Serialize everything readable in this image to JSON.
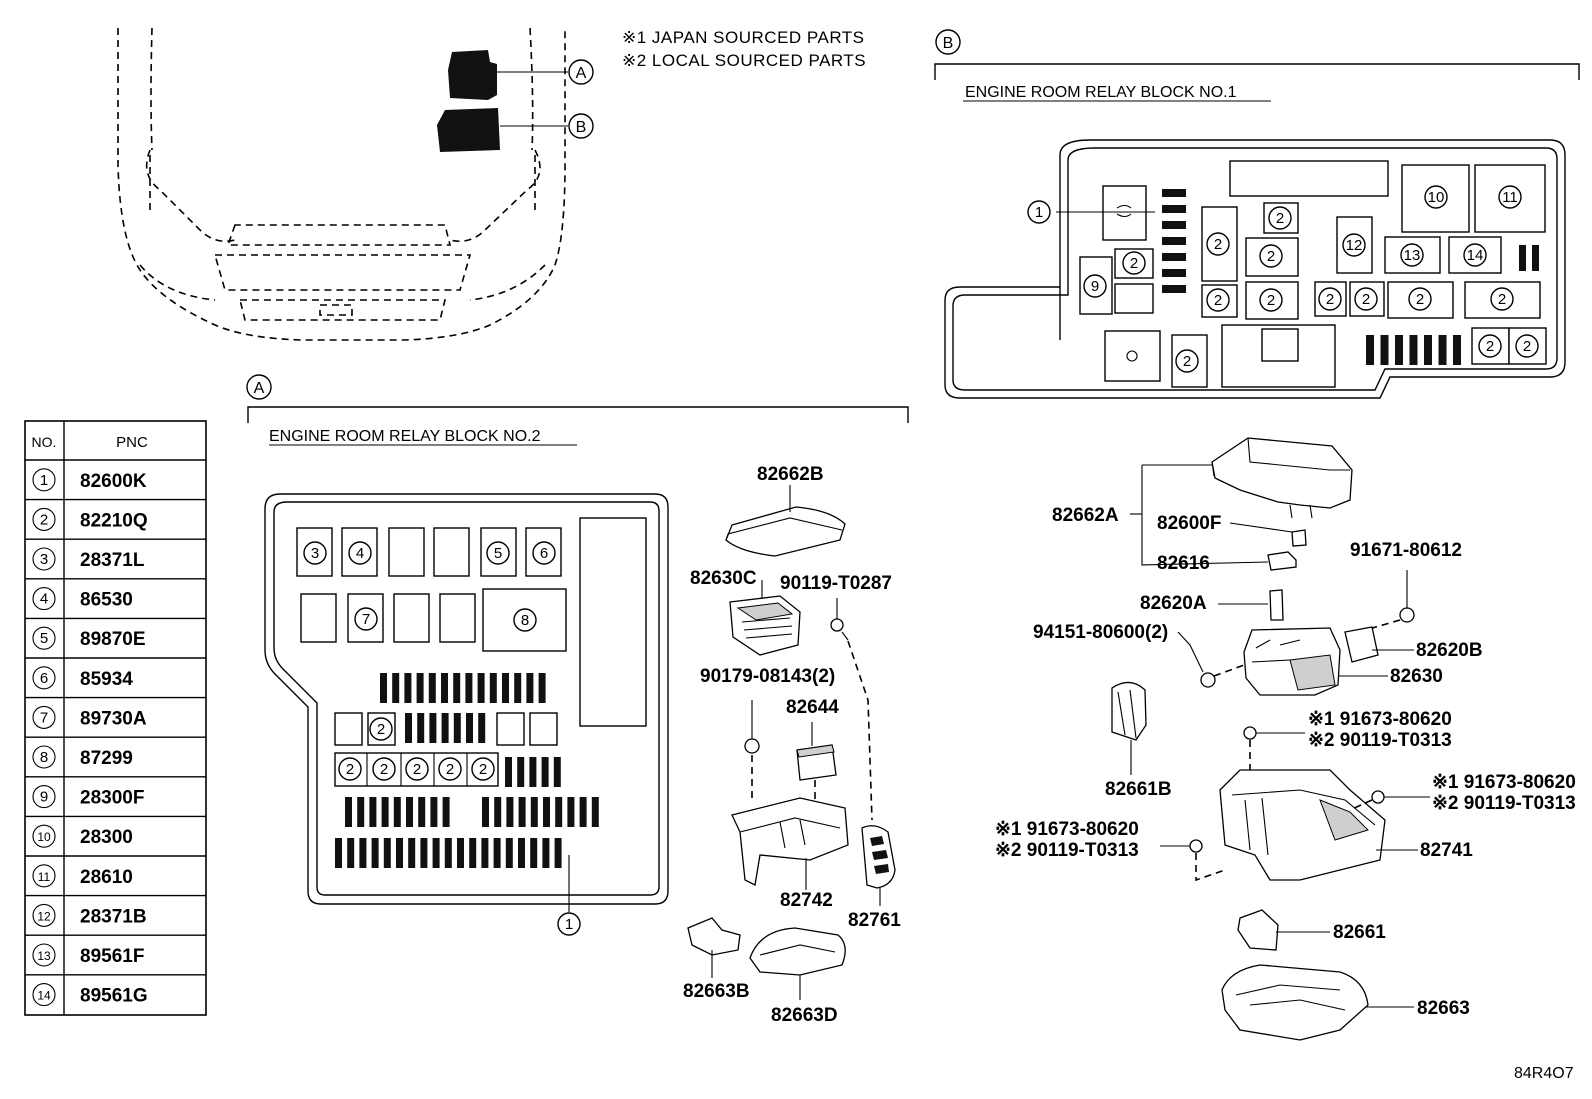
{
  "notes": [
    "※1 JAPAN SOURCED PARTS",
    "※2 LOCAL SOURCED PARTS"
  ],
  "callouts": {
    "a": "A",
    "b": "B"
  },
  "block_no2_title": "ENGINE ROOM RELAY BLOCK NO.2",
  "block_no1_title": "ENGINE ROOM RELAY BLOCK NO.1",
  "table": {
    "headers": {
      "no": "NO.",
      "pnc": "PNC"
    },
    "rows": [
      {
        "no": "1",
        "pnc": "82600K"
      },
      {
        "no": "2",
        "pnc": "82210Q"
      },
      {
        "no": "3",
        "pnc": "28371L"
      },
      {
        "no": "4",
        "pnc": "86530"
      },
      {
        "no": "5",
        "pnc": "89870E"
      },
      {
        "no": "6",
        "pnc": "85934"
      },
      {
        "no": "7",
        "pnc": "89730A"
      },
      {
        "no": "8",
        "pnc": "87299"
      },
      {
        "no": "9",
        "pnc": "28300F"
      },
      {
        "no": "10",
        "pnc": "28300"
      },
      {
        "no": "11",
        "pnc": "28610"
      },
      {
        "no": "12",
        "pnc": "28371B"
      },
      {
        "no": "13",
        "pnc": "89561F"
      },
      {
        "no": "14",
        "pnc": "89561G"
      }
    ]
  },
  "parts_a": {
    "p82662b": "82662B",
    "p82630c": "82630C",
    "p90119_t0287": "90119-T0287",
    "p90179": "90179-08143(2)",
    "p82644": "82644",
    "p82742": "82742",
    "p82761": "82761",
    "p82663b": "82663B",
    "p82663d": "82663D"
  },
  "parts_b": {
    "p82662a": "82662A",
    "p82600f": "82600F",
    "p82616": "82616",
    "p91671": "91671-80612",
    "p82620a": "82620A",
    "p94151": "94151-80600(2)",
    "p82620b": "82620B",
    "p82630": "82630",
    "p82661b": "82661B",
    "bolt1_j": "※1 91673-80620",
    "bolt1_l": "※2 90119-T0313",
    "bolt2_j": "※1 91673-80620",
    "bolt2_l": "※2 90119-T0313",
    "bolt3_j": "※1 91673-80620",
    "bolt3_l": "※2 90119-T0313",
    "p82741": "82741",
    "p82661": "82661",
    "p82663": "82663"
  },
  "drawing_code": "84R4O7"
}
